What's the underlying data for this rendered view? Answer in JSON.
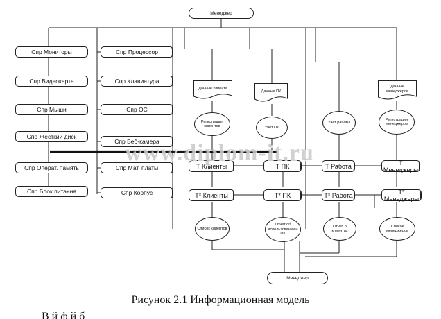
{
  "diagram": {
    "manager_top": "Менеджер",
    "manager_bottom": "Менеджер",
    "left_col_1": [
      "Спр Мониторы",
      "Спр Видеокарта",
      "Спр Мыши",
      "Спр Жесткий диск",
      "Спр Операт. память",
      "Спр Блок питания"
    ],
    "left_col_2": [
      "Спр Процессор",
      "Спр Клавиатура",
      "Спр ОС",
      "Спр Веб-камера",
      "Спр Мат. платы",
      "Спр Корпус"
    ],
    "documents": [
      "Данные клиента",
      "Данные ПК",
      "Данные менеджеров"
    ],
    "processes": [
      "Регистрация клиентов",
      "Учет ПК",
      "Учет работы",
      "Регистрация менеджеров"
    ],
    "t_stores": [
      "Т Клиенты",
      "Т ПК",
      "Т Работа",
      "Т Менеджеры"
    ],
    "t_star_stores": [
      "Т* Клиенты",
      "Т* ПК",
      "Т* Работа",
      "Т* Менеджеры"
    ],
    "reports": [
      "Список клиентов",
      "Отчет об использовании и ПК",
      "Отчет о клиентах",
      "Список менеджеров"
    ]
  },
  "watermark": "www.diplom-it.ru",
  "caption": "Рисунок 2.1 Информационная модель",
  "fragment": "В                                    й    ф                    й                б"
}
